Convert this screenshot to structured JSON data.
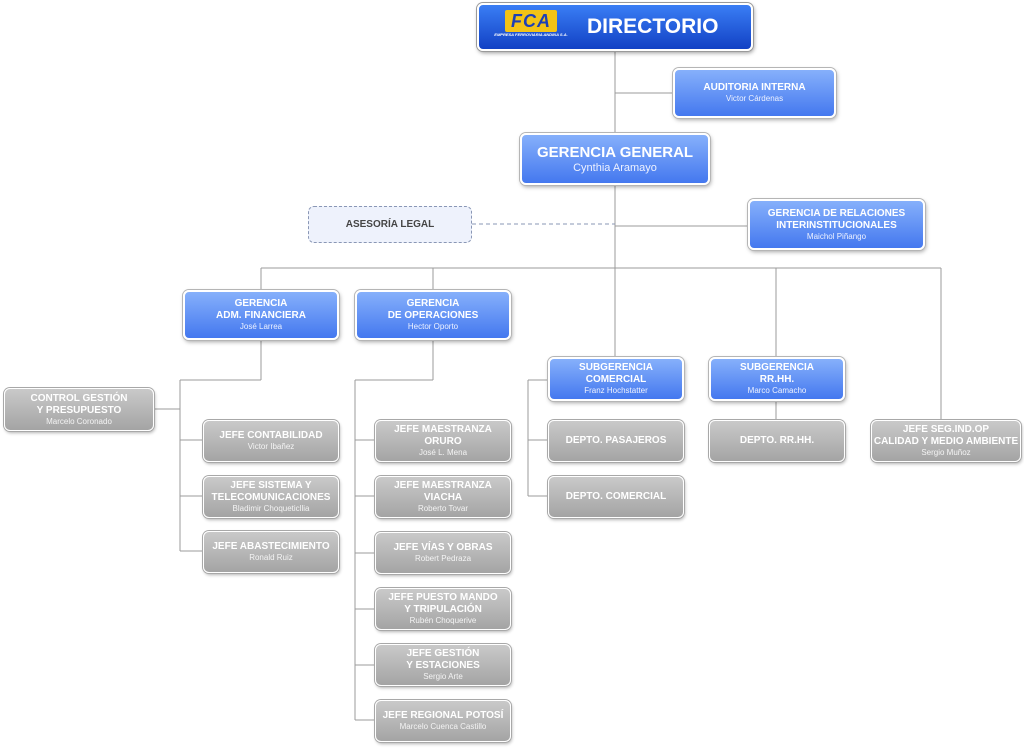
{
  "brand": {
    "logo_text": "FCA",
    "logo_tagline": "EMPRESA FERROVIARIA ANDINA S.A."
  },
  "colors": {
    "blue_box": "#4478ef",
    "blue_box_light": "#86b0fb",
    "gray_box": "#a4a4a4",
    "connector": "#9b9b9b",
    "advisory": "#eef2fc"
  },
  "nodes": {
    "directorio": {
      "title": "DIRECTORIO"
    },
    "auditoria": {
      "title": "AUDITORIA INTERNA",
      "name": "Victor Cárdenas"
    },
    "gerencia_general": {
      "title": "GERENCIA GENERAL",
      "name": "Cynthia Aramayo"
    },
    "asesoria": {
      "title": "ASESORÍA LEGAL"
    },
    "relaciones": {
      "title": "GERENCIA DE RELACIONES\nINTERINSTITUCIONALES",
      "name": "Maichol Piñango"
    },
    "adm_financiera": {
      "title": "GERENCIA\nADM. FINANCIERA",
      "name": "José Larrea"
    },
    "operaciones": {
      "title": "GERENCIA\nDE OPERACIONES",
      "name": "Hector Oporto"
    },
    "sub_comercial": {
      "title": "SUBGERENCIA\nCOMERCIAL",
      "name": "Franz Hochstatter"
    },
    "sub_rrhh": {
      "title": "SUBGERENCIA\nRR.HH.",
      "name": "Marco Camacho"
    },
    "jefe_seg": {
      "title": "JEFE SEG.IND.OP\nCALIDAD Y MEDIO AMBIENTE",
      "name": "Sergio Muñoz"
    },
    "control": {
      "title": "CONTROL GESTIÓN\nY PRESUPUESTO",
      "name": "Marcelo Coronado"
    },
    "contabilidad": {
      "title": "JEFE CONTABILIDAD",
      "name": "Victor Ibañez"
    },
    "sistemas": {
      "title": "JEFE SISTEMA Y\nTELECOMUNICACIONES",
      "name": "Bladimir Choqueticllia"
    },
    "abastecimiento": {
      "title": "JEFE ABASTECIMIENTO",
      "name": "Ronald Ruiz"
    },
    "maestranza_oruro": {
      "title": "JEFE MAESTRANZA\nORURO",
      "name": "José L. Mena"
    },
    "maestranza_viacha": {
      "title": "JEFE MAESTRANZA\nVIACHA",
      "name": "Roberto Tovar"
    },
    "vias_obras": {
      "title": "JEFE VÍAS Y OBRAS",
      "name": "Robert Pedraza"
    },
    "puesto_mando": {
      "title": "JEFE PUESTO MANDO\nY TRIPULACIÓN",
      "name": "Rubén Choquerive"
    },
    "gestion_estaciones": {
      "title": "JEFE GESTIÓN\nY ESTACIONES",
      "name": "Sergio Arte"
    },
    "regional_potosi": {
      "title": "JEFE REGIONAL POTOSÍ",
      "name": "Marcelo Cuenca Castillo"
    },
    "depto_pasajeros": {
      "title": "DEPTO. PASAJEROS"
    },
    "depto_comercial": {
      "title": "DEPTO. COMERCIAL"
    },
    "depto_rrhh": {
      "title": "DEPTO. RR.HH."
    }
  }
}
